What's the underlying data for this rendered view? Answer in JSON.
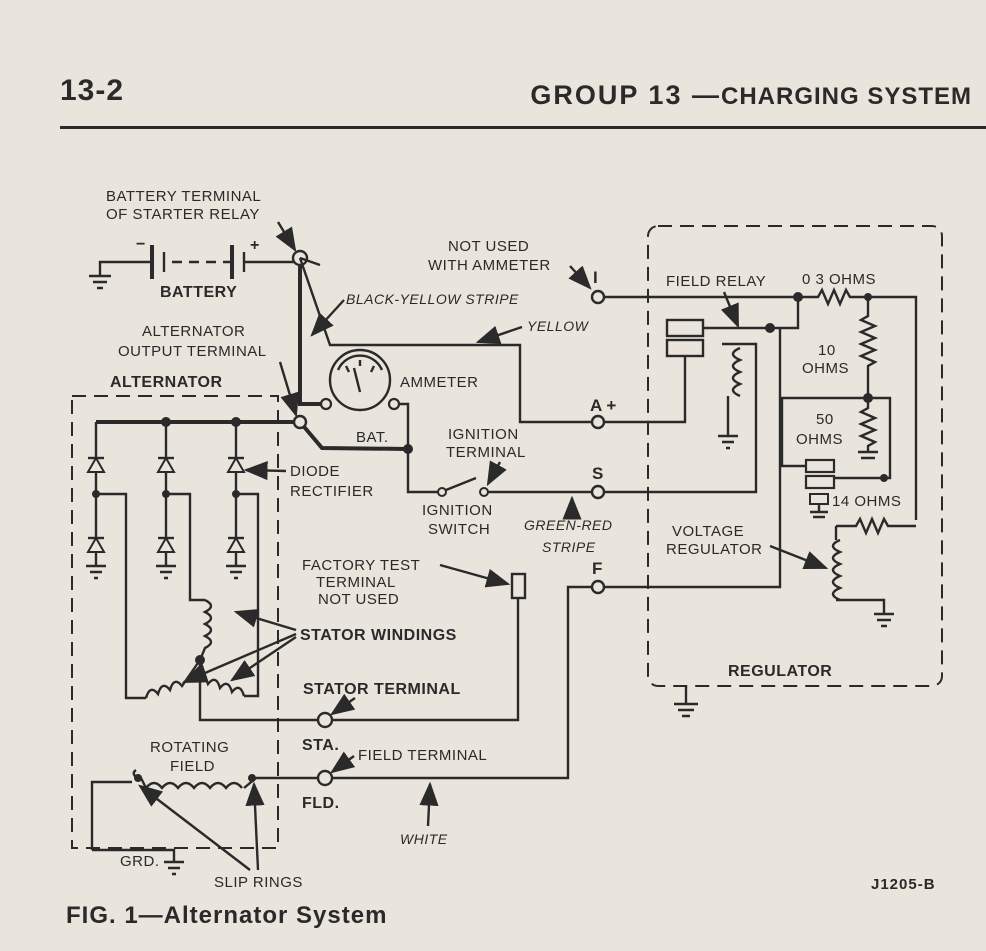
{
  "header": {
    "page_number": "13-2",
    "group": "GROUP 13",
    "dash": "—",
    "section": "CHARGING SYSTEM"
  },
  "labels": {
    "battery_terminal_l1": "BATTERY TERMINAL",
    "battery_terminal_l2": "OF STARTER RELAY",
    "battery": "BATTERY",
    "black_yellow": "BLACK-YELLOW STRIPE",
    "not_used_l1": "NOT USED",
    "not_used_l2": "WITH AMMETER",
    "field_relay": "FIELD RELAY",
    "ohms_03": "0 3  OHMS",
    "alt_output_l1": "ALTERNATOR",
    "alt_output_l2": "OUTPUT TERMINAL",
    "yellow": "YELLOW",
    "ohms_10_l1": "10",
    "ohms_10_l2": "OHMS",
    "alternator": "ALTERNATOR",
    "ammeter": "AMMETER",
    "ohms_50_l1": "50",
    "ohms_50_l2": "OHMS",
    "bat": "BAT.",
    "ign_term_l1": "IGNITION",
    "ign_term_l2": "TERMINAL",
    "diode_l1": "DIODE",
    "diode_l2": "RECTIFIER",
    "ohms_14": "14  OHMS",
    "ign_switch_l1": "IGNITION",
    "ign_switch_l2": "SWITCH",
    "green_red_l1": "GREEN-RED",
    "green_red_l2": "STRIPE",
    "volt_reg_l1": "VOLTAGE",
    "volt_reg_l2": "REGULATOR",
    "factory_l1": "FACTORY TEST",
    "factory_l2": "TERMINAL",
    "factory_l3": "NOT USED",
    "stator_windings": "STATOR WINDINGS",
    "regulator": "REGULATOR",
    "stator_terminal": "STATOR TERMINAL",
    "sta": "STA.",
    "rotating_l1": "ROTATING",
    "rotating_l2": "FIELD",
    "field_terminal": "FIELD TERMINAL",
    "fld": "FLD.",
    "white": "WHITE",
    "grd": "GRD.",
    "slip_rings": "SLIP RINGS",
    "term_i": "I",
    "term_a": "A +",
    "term_s": "S",
    "term_f": "F",
    "batt_minus": "−",
    "batt_plus": "+"
  },
  "figure": {
    "code": "J1205-B",
    "caption": "FIG. 1—Alternator System"
  }
}
